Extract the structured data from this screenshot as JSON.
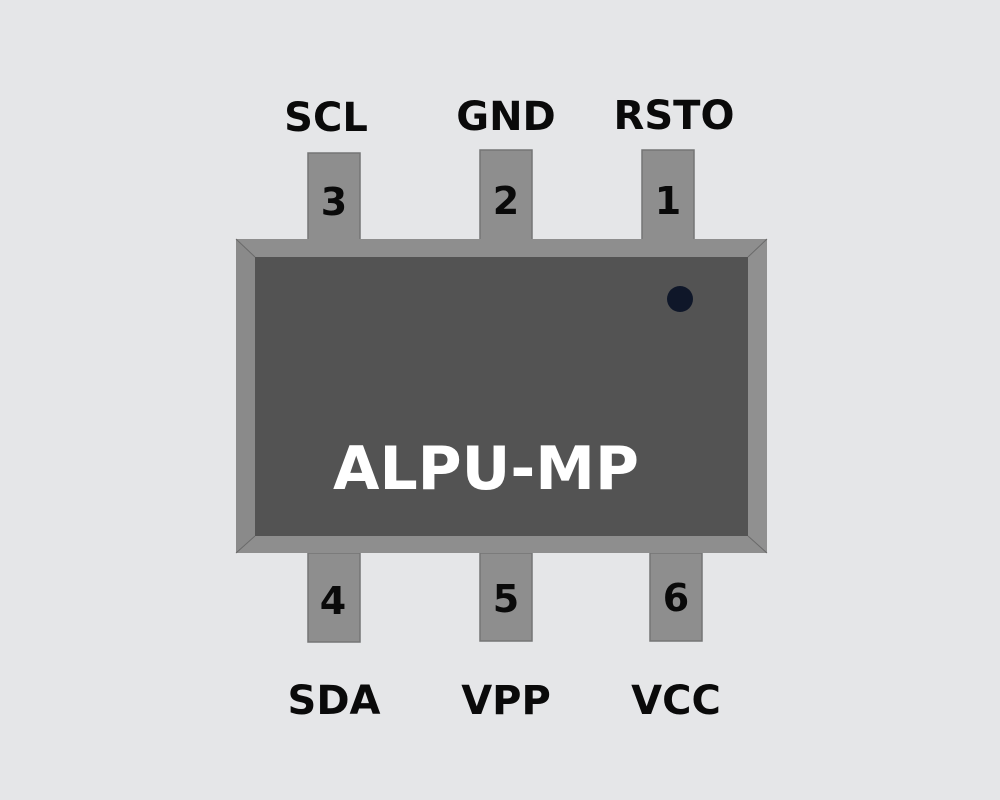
{
  "diagram": {
    "title": "ALPU-MP pinout",
    "chip_name": "ALPU-MP",
    "pin1_marker": "dot",
    "colors": {
      "background": "#e5e6e8",
      "body_bevel": "#8e8e8e",
      "body_face": "#535353",
      "pin_fill": "#8e8e8e",
      "pin_stroke": "#757575",
      "marker": "#0f1729",
      "chip_text": "#ffffff",
      "label_text": "#0a0a0a"
    },
    "top_pins": [
      {
        "number": "3",
        "name": "SCL"
      },
      {
        "number": "2",
        "name": "GND"
      },
      {
        "number": "1",
        "name": "RSTO"
      }
    ],
    "bottom_pins": [
      {
        "number": "4",
        "name": "SDA"
      },
      {
        "number": "5",
        "name": "VPP"
      },
      {
        "number": "6",
        "name": "VCC"
      }
    ]
  }
}
